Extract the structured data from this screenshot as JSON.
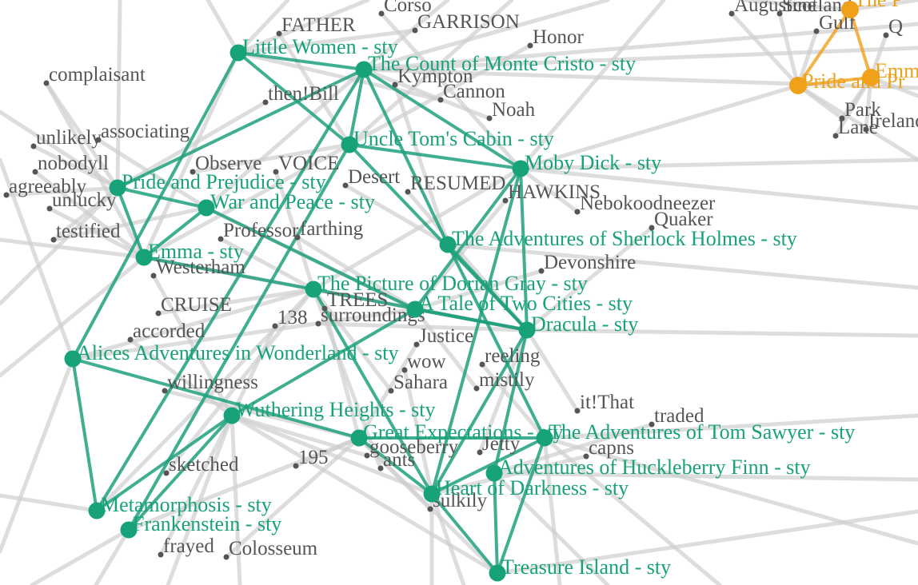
{
  "colors": {
    "book": "#17a27a",
    "book_edge": "#1fa07d",
    "word": "#555555",
    "background_edge": "#cfcfcf",
    "orange": "#f0a11c"
  },
  "books": [
    {
      "id": "little_women",
      "label": "Little Women - sty"
    },
    {
      "id": "monte_cristo",
      "label": "The Count of Monte Cristo - sty"
    },
    {
      "id": "uncle_tom",
      "label": "Uncle Tom's Cabin - sty"
    },
    {
      "id": "moby_dick",
      "label": "Moby Dick - sty"
    },
    {
      "id": "pride",
      "label": "Pride and Prejudice - sty"
    },
    {
      "id": "war_peace",
      "label": "War and Peace - sty"
    },
    {
      "id": "emma",
      "label": "Emma - sty"
    },
    {
      "id": "sherlock",
      "label": "The Adventures of Sherlock Holmes - sty"
    },
    {
      "id": "dorian",
      "label": "The Picture of Dorian Gray - sty"
    },
    {
      "id": "two_cities",
      "label": "A Tale of Two Cities - sty"
    },
    {
      "id": "dracula",
      "label": "Dracula - sty"
    },
    {
      "id": "alice",
      "label": "Alices Adventures in Wonderland - sty"
    },
    {
      "id": "wuthering",
      "label": "Wuthering Heights - sty"
    },
    {
      "id": "great_exp",
      "label": "Great Expectations - sty"
    },
    {
      "id": "tom_sawyer",
      "label": "The Adventures of Tom Sawyer - sty"
    },
    {
      "id": "huck_finn",
      "label": "Adventures of Huckleberry Finn - sty"
    },
    {
      "id": "heart_darkness",
      "label": "Heart of Darkness - sty"
    },
    {
      "id": "metamorphosis",
      "label": "Metamorphosis - sty"
    },
    {
      "id": "frankenstein",
      "label": "Frankenstein - sty"
    },
    {
      "id": "treasure",
      "label": "Treasure Island - sty"
    }
  ],
  "orange_cluster": {
    "labels": [
      "Pride and Pr",
      "Emm",
      "The P"
    ]
  },
  "words": [
    "FATHER",
    "Corso",
    "GARRISON",
    "Honor",
    "complaisant",
    "Kympton",
    "then!Bill",
    "Cannon",
    "Noah",
    "unlikely",
    "associating",
    "nobodyll",
    "Observe",
    "VOICE",
    "Desert",
    "RESUMED",
    "HAWKINS",
    "agreeably",
    "unlucky",
    "Nebokoodneezer",
    "Quaker",
    "testified",
    "Professor",
    "farthing",
    "Westerham",
    "Devonshire",
    "CRUISE",
    "TREES",
    "138",
    "surroundings",
    "accorded",
    "Justice",
    "reeling",
    "wow",
    "Sahara",
    "mistily",
    "willingness",
    "it!That",
    "traded",
    "gooseberry",
    "Jetty",
    "capns",
    "ants",
    "195",
    "sketched",
    "sulkily",
    "frayed",
    "Colosseum",
    "Augustine",
    "Scotland",
    "Gulf",
    "Q",
    "Park",
    "Lane",
    "Ireland"
  ]
}
